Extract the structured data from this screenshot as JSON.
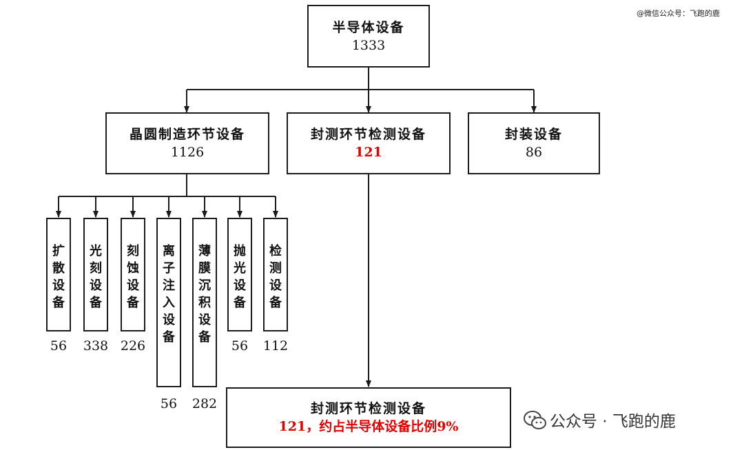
{
  "root": {
    "label": "半导体设备",
    "value": "1333"
  },
  "level2": [
    {
      "label": "晶圆制造环节设备",
      "value": "1126"
    },
    {
      "label": "封测环节检测设备",
      "value": "121",
      "highlight_color": "#e00000"
    },
    {
      "label": "封装设备",
      "value": "86"
    }
  ],
  "wafer_children": [
    {
      "label": "扩散设备",
      "value": "56"
    },
    {
      "label": "光刻设备",
      "value": "338"
    },
    {
      "label": "刻蚀设备",
      "value": "226"
    },
    {
      "label": "离子注入设备",
      "value": "56"
    },
    {
      "label": "薄膜沉积设备",
      "value": "282"
    },
    {
      "label": "抛光设备",
      "value": "56"
    },
    {
      "label": "检测设备",
      "value": "112"
    }
  ],
  "summary": {
    "label": "封测环节检测设备",
    "text": "121，约占半导体设备比例9%",
    "highlight_color": "#e00000"
  },
  "watermarks": {
    "corner": "@微信公众号：飞跑的鹿",
    "bottom": "公众号 · 飞跑的鹿",
    "bottom_icon": "wechat-icon"
  },
  "colors": {
    "line": "#1a1a1a",
    "highlight": "#e00000"
  }
}
